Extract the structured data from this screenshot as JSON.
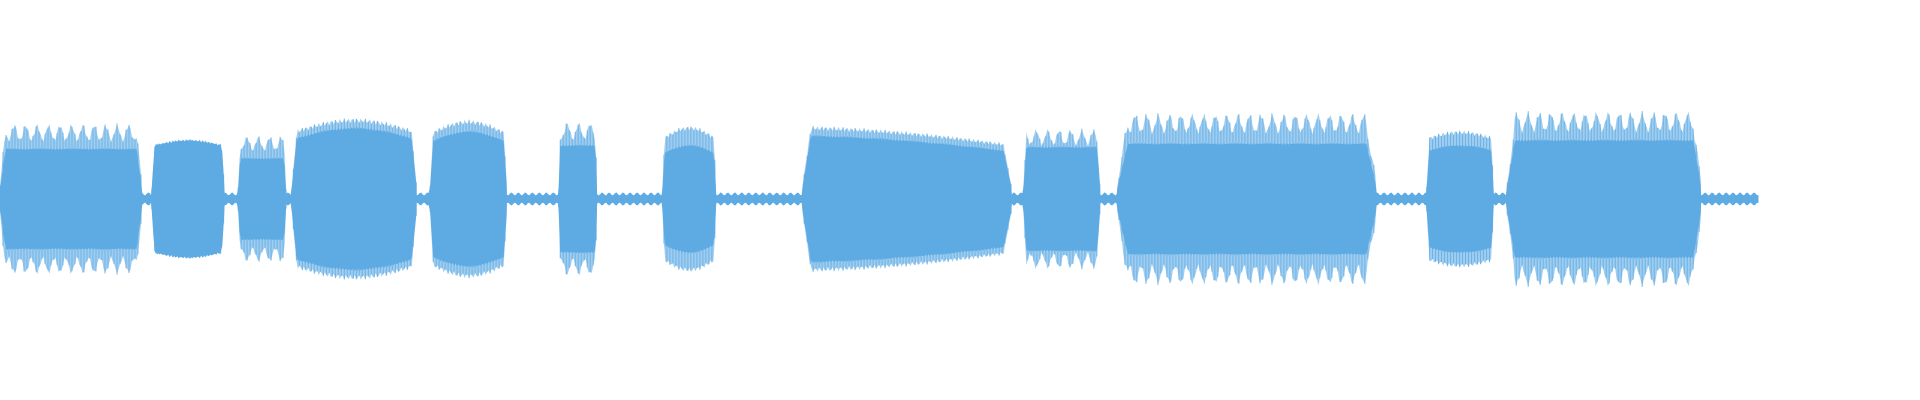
{
  "colors": {
    "background": "#ffffff",
    "waveform": "#5eaae2",
    "waveform_light": "#9fcdf0"
  },
  "waveform": {
    "segments": [
      {
        "start": 0.0,
        "end": 0.074,
        "amplitude": 0.86,
        "inner": 0.58,
        "texture": "ridged"
      },
      {
        "start": 0.074,
        "end": 0.079,
        "amplitude": 0.05,
        "inner": 0.05,
        "texture": "flat"
      },
      {
        "start": 0.079,
        "end": 0.117,
        "amplitude": 0.68,
        "inner": 0.68,
        "texture": "smooth"
      },
      {
        "start": 0.117,
        "end": 0.124,
        "amplitude": 0.08,
        "inner": 0.08,
        "texture": "flat"
      },
      {
        "start": 0.124,
        "end": 0.149,
        "amplitude": 0.72,
        "inner": 0.47,
        "texture": "ridged"
      },
      {
        "start": 0.149,
        "end": 0.152,
        "amplitude": 0.06,
        "inner": 0.06,
        "texture": "flat"
      },
      {
        "start": 0.152,
        "end": 0.217,
        "amplitude": 0.92,
        "inner": 0.82,
        "texture": "swell"
      },
      {
        "start": 0.217,
        "end": 0.224,
        "amplitude": 0.05,
        "inner": 0.05,
        "texture": "flat"
      },
      {
        "start": 0.224,
        "end": 0.264,
        "amplitude": 0.9,
        "inner": 0.78,
        "texture": "swell"
      },
      {
        "start": 0.264,
        "end": 0.291,
        "amplitude": 0.05,
        "inner": 0.05,
        "texture": "flat"
      },
      {
        "start": 0.291,
        "end": 0.311,
        "amplitude": 0.88,
        "inner": 0.62,
        "texture": "ridged"
      },
      {
        "start": 0.311,
        "end": 0.345,
        "amplitude": 0.04,
        "inner": 0.04,
        "texture": "flat"
      },
      {
        "start": 0.345,
        "end": 0.373,
        "amplitude": 0.83,
        "inner": 0.62,
        "texture": "swell"
      },
      {
        "start": 0.373,
        "end": 0.418,
        "amplitude": 0.05,
        "inner": 0.05,
        "texture": "flat"
      },
      {
        "start": 0.418,
        "end": 0.527,
        "amplitude": 0.83,
        "inner": 0.73,
        "texture": "fadeout"
      },
      {
        "start": 0.527,
        "end": 0.533,
        "amplitude": 0.07,
        "inner": 0.07,
        "texture": "flat"
      },
      {
        "start": 0.533,
        "end": 0.573,
        "amplitude": 0.8,
        "inner": 0.6,
        "texture": "ridged"
      },
      {
        "start": 0.573,
        "end": 0.582,
        "amplitude": 0.08,
        "inner": 0.08,
        "texture": "flat"
      },
      {
        "start": 0.582,
        "end": 0.717,
        "amplitude": 0.98,
        "inner": 0.64,
        "texture": "ridged"
      },
      {
        "start": 0.717,
        "end": 0.743,
        "amplitude": 0.04,
        "inner": 0.04,
        "texture": "flat"
      },
      {
        "start": 0.743,
        "end": 0.778,
        "amplitude": 0.78,
        "inner": 0.62,
        "texture": "smooth"
      },
      {
        "start": 0.778,
        "end": 0.785,
        "amplitude": 0.04,
        "inner": 0.04,
        "texture": "flat"
      },
      {
        "start": 0.785,
        "end": 0.886,
        "amplitude": 1.0,
        "inner": 0.68,
        "texture": "ridged"
      },
      {
        "start": 0.886,
        "end": 0.916,
        "amplitude": 0.05,
        "inner": 0.05,
        "texture": "flat"
      }
    ]
  }
}
